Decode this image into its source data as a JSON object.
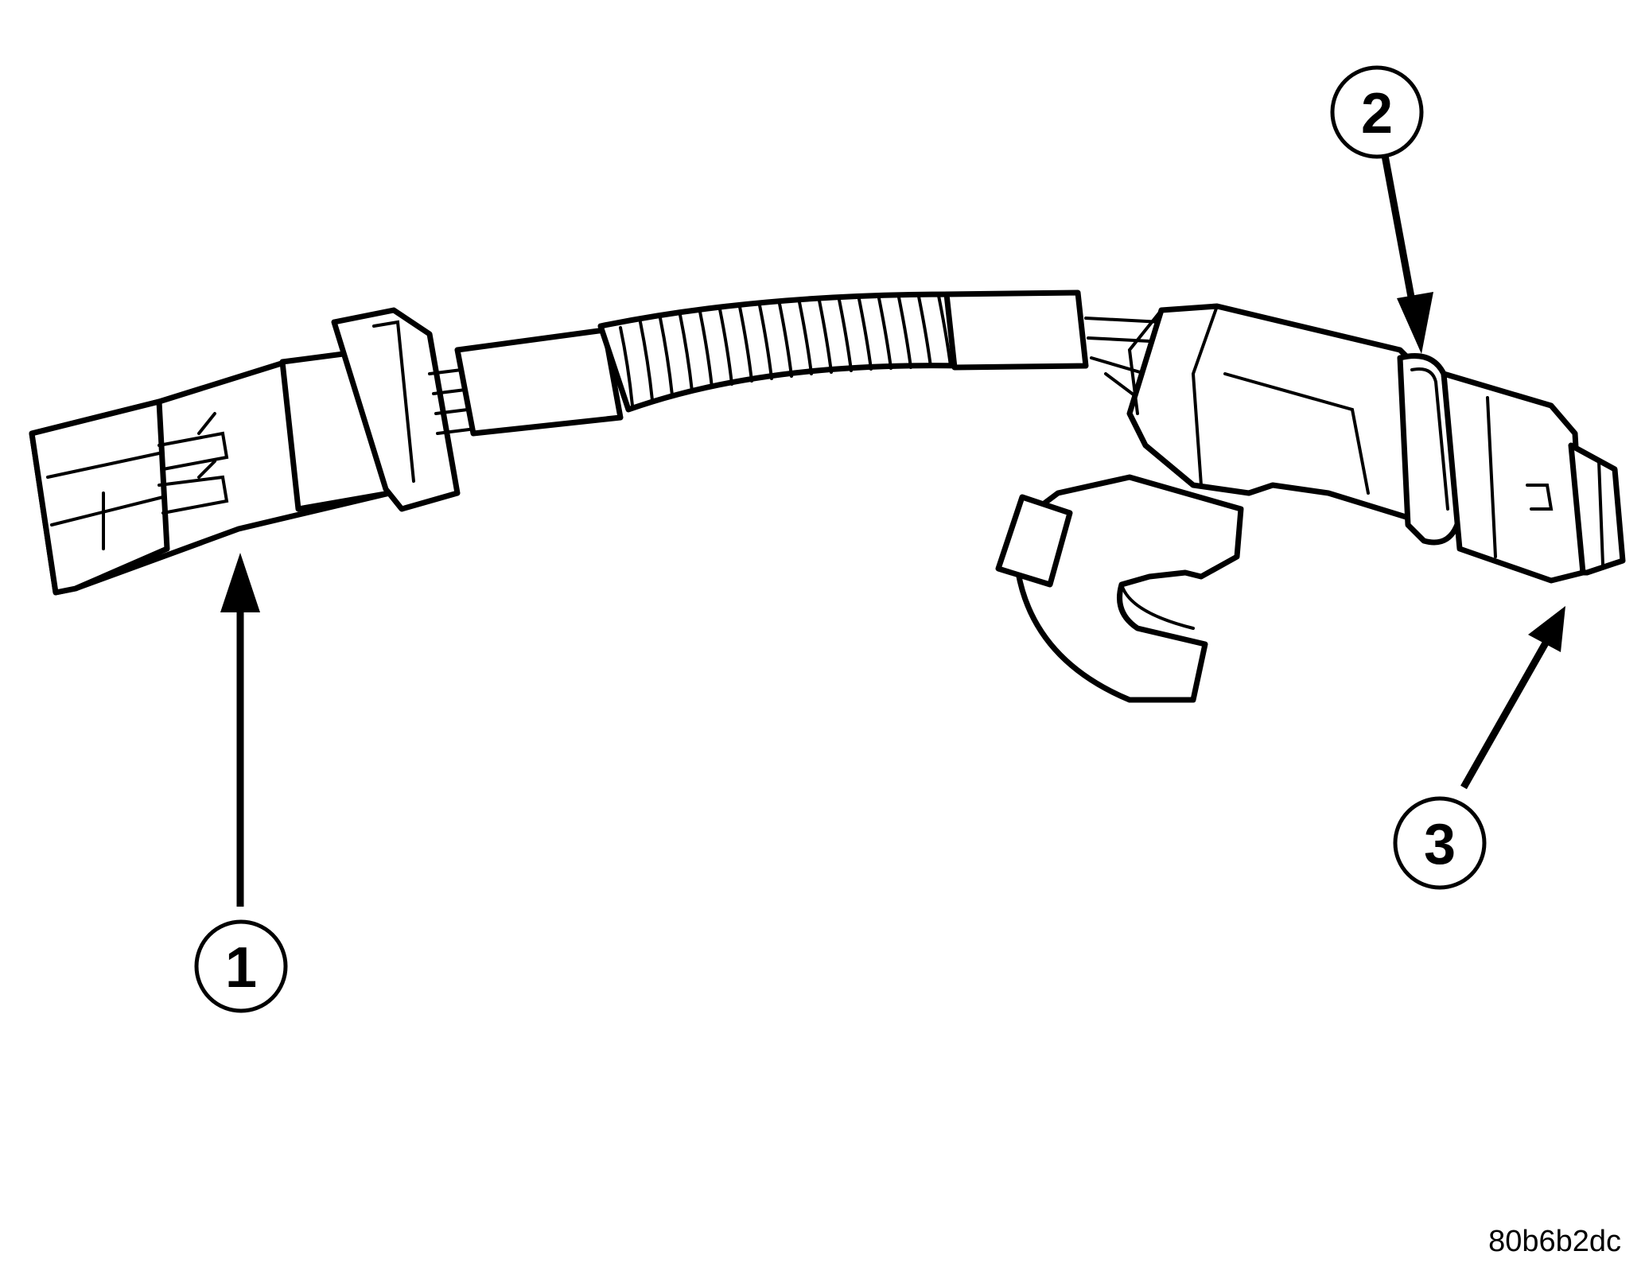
{
  "figure_id": "80b6b2dc",
  "callouts": [
    {
      "number": "1"
    },
    {
      "number": "2"
    },
    {
      "number": "3"
    }
  ],
  "colors": {
    "line": "#000000",
    "background": "#ffffff"
  }
}
